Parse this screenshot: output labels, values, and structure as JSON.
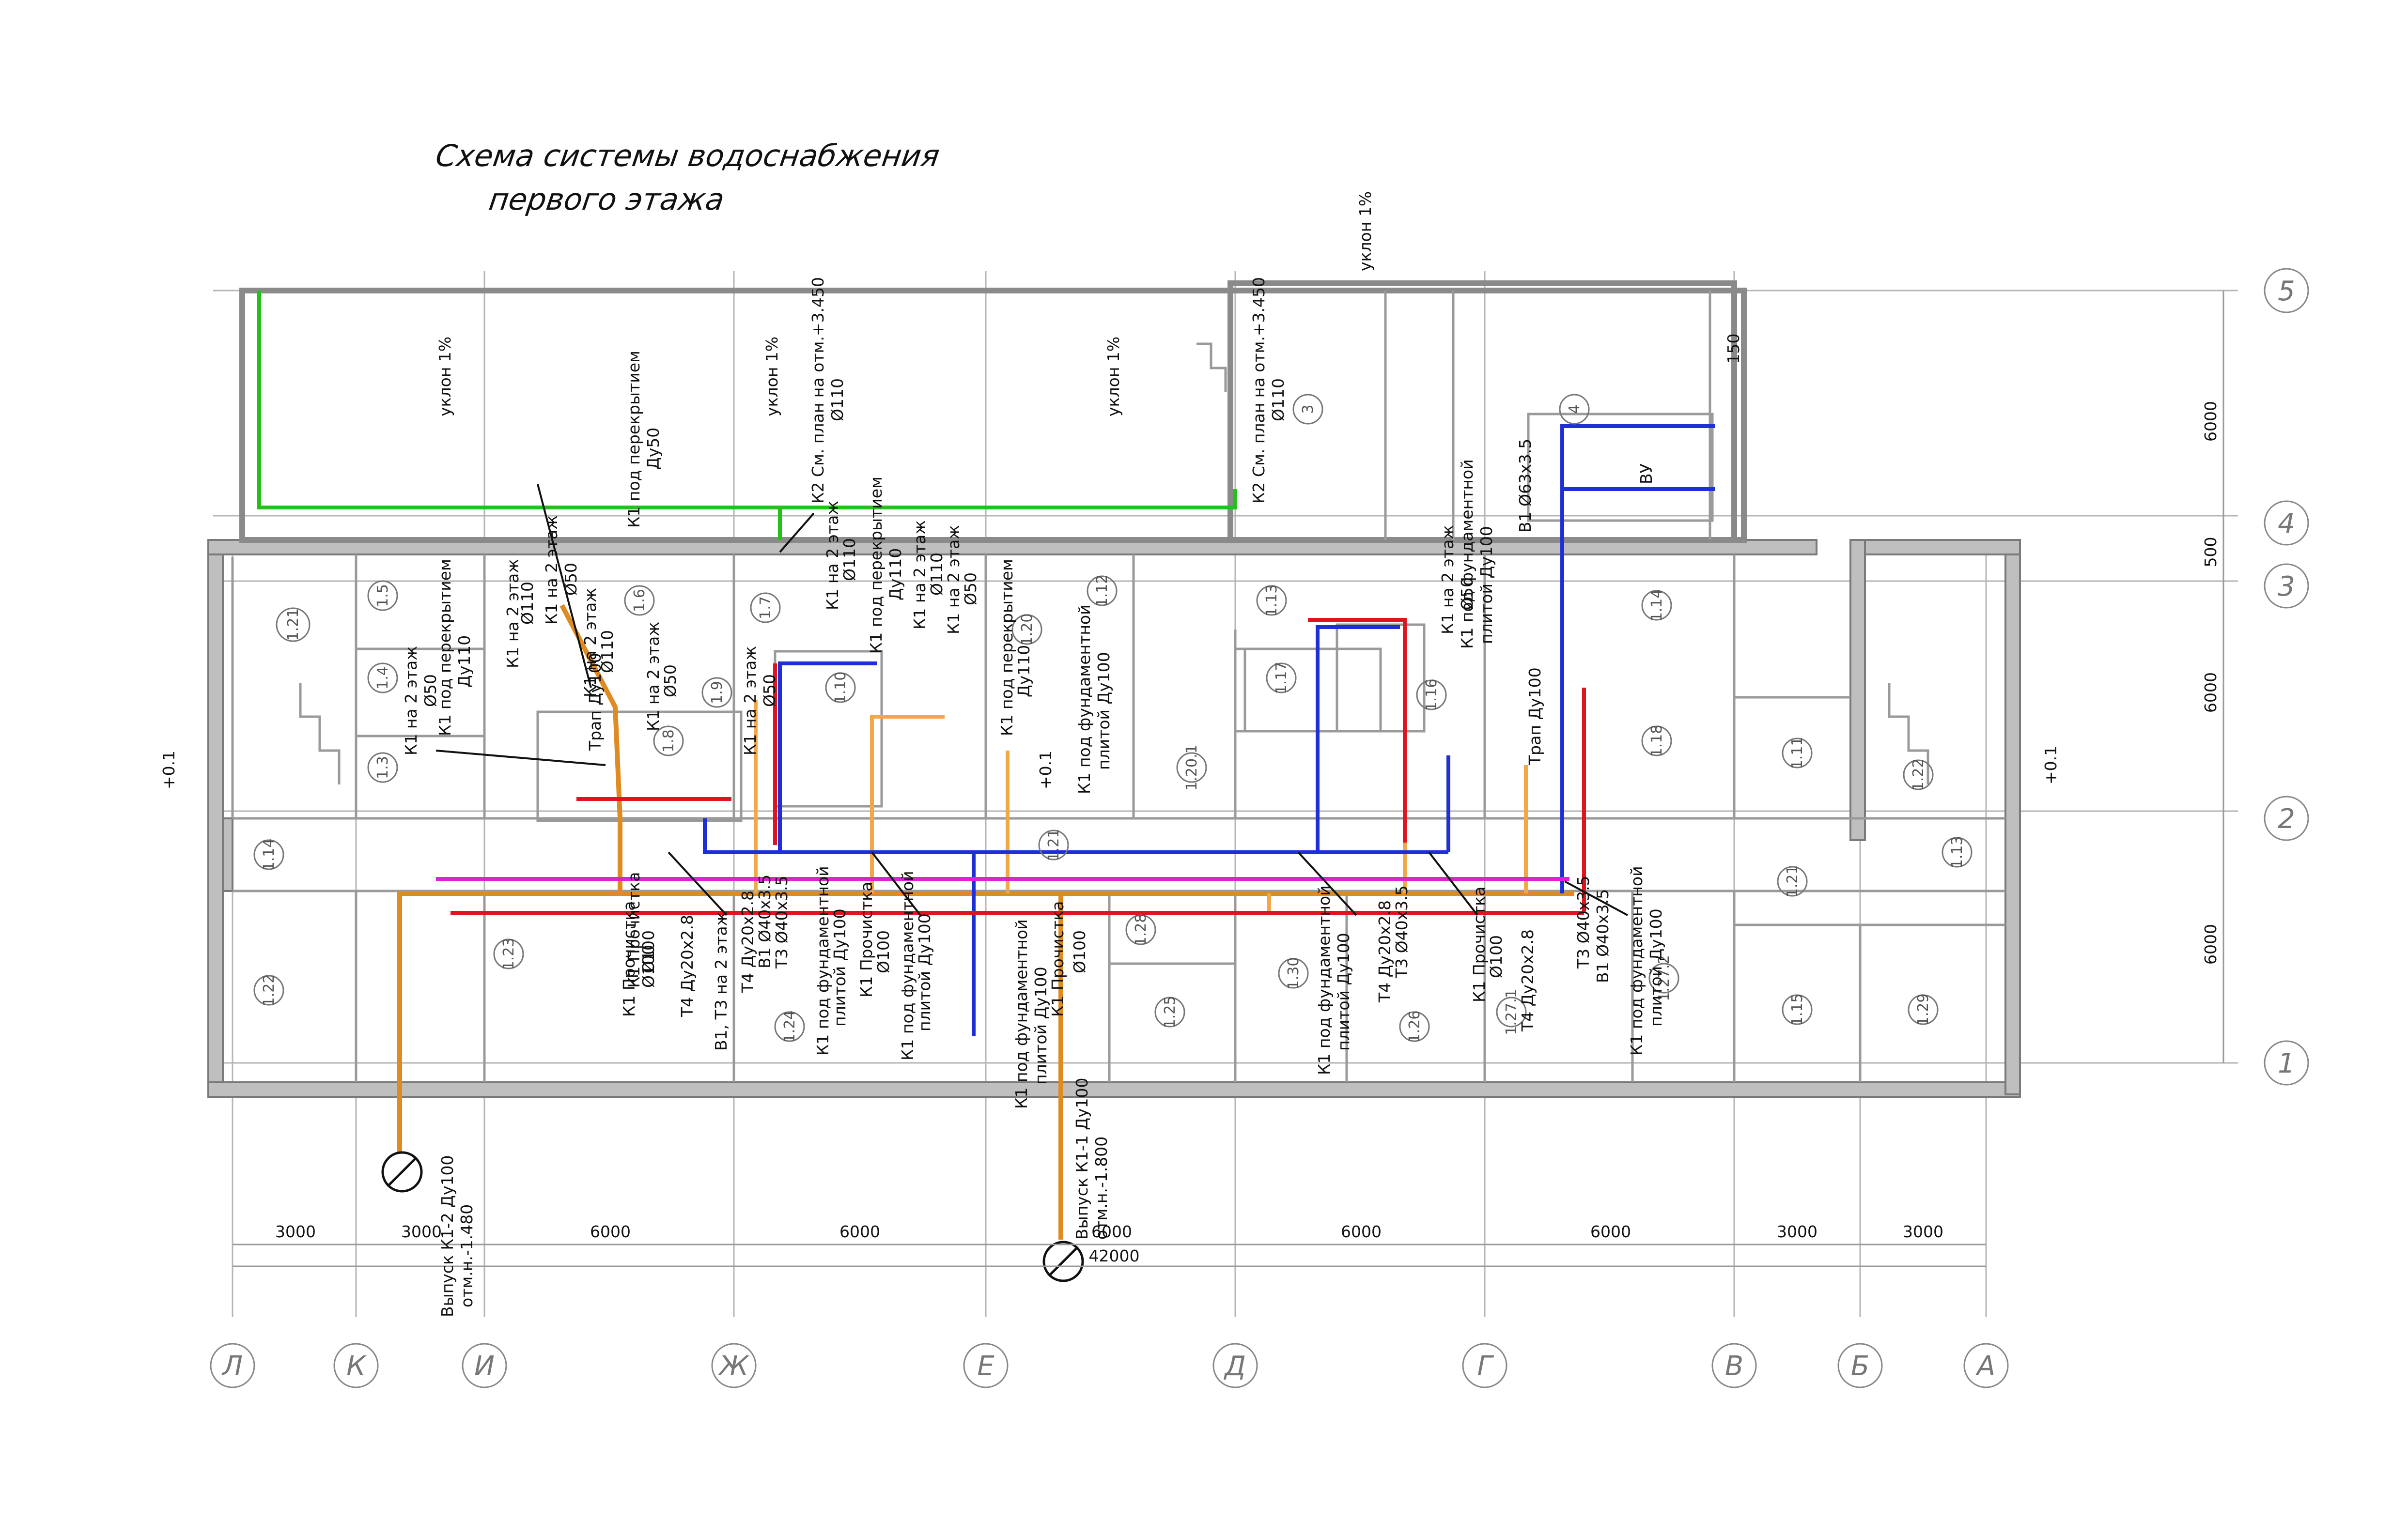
{
  "title": {
    "line1": "Схема системы водоснабжения",
    "line2": "первого этажа"
  },
  "axes": {
    "letters": [
      "Л",
      "К",
      "И",
      "Ж",
      "Е",
      "Д",
      "Г",
      "В",
      "Б",
      "А"
    ],
    "numbers": [
      "5",
      "4",
      "3",
      "2",
      "1"
    ]
  },
  "dimensions": {
    "bottom": [
      "3000",
      "3000",
      "6000",
      "6000",
      "6000",
      "6000",
      "6000",
      "3000",
      "3000"
    ],
    "total": "42000",
    "right": [
      "6000",
      "500",
      "6000",
      "6000"
    ],
    "small": "150"
  },
  "rooms": [
    "1.21",
    "1.5",
    "1.4",
    "1.3",
    "1.6",
    "1.8",
    "1.9",
    "1.10",
    "1.7",
    "1.20",
    "1.12",
    "1.13",
    "1.17",
    "1.16",
    "1.14",
    "1.18",
    "1.11",
    "1.22",
    "1.14",
    "1.22",
    "1.23",
    "1.24",
    "1.21",
    "1.28",
    "1.25",
    "1.30",
    "1.26",
    "1.27.1",
    "1.27.2",
    "1.21",
    "1.15",
    "1.29",
    "1.13",
    "1.20.1",
    "3",
    "4"
  ],
  "slopes": [
    "уклон 1%",
    "уклон 1%",
    "уклон 1%",
    "уклон 1%"
  ],
  "upper_labels": [
    "К1 под перекрытием",
    "Ду50",
    "К2 См. план на отм.+3.450",
    "Ø110",
    "К2 См. план на отм.+3.450",
    "Ø110",
    "В1 Ø63х3.5",
    "ВУ"
  ],
  "riser_labels": [
    "К1 на 2 этаж",
    "Ø50",
    "К1 под перекрытием",
    "Ду110",
    "К1 на 2 этаж",
    "Ø110",
    "К1 на 2 этаж",
    "Ø50",
    "К1 на 2 этаж",
    "Ø110",
    "К1 на 2 этаж",
    "Ø50",
    "Трап Ду100",
    "К1 на 2 этаж",
    "Ø50",
    "К1 на 2 этаж",
    "Ø110",
    "К1 под перекрытием",
    "Ду110",
    "К1 на 2 этаж",
    "Ø110",
    "К1 на 2 этаж",
    "Ø50",
    "К1 под перекрытием",
    "Ду110",
    "К1 под фундаментной",
    "плитой Ду100",
    "К1 на 2 этаж",
    "Ø50",
    "К1 под фундаментной",
    "плитой Ду100",
    "Трап Ду100"
  ],
  "lower_labels": [
    "К1 Прочистка",
    "Ø100",
    "К1 Прочистка",
    "Ø100",
    "Т4 Ду20х2.8",
    "В1, Т3 на 2 этаж",
    "Т4 Ду20х2.8",
    "В1 Ø40х3.5",
    "Т3 Ø40х3.5",
    "К1 под фундаментной",
    "плитой Ду100",
    "К1 Прочистка",
    "Ø100",
    "К1 под фундаментной",
    "плитой Ду100",
    "К1 под фундаментной",
    "плитой Ду100",
    "К1 Прочистка",
    "Ø100",
    "К1 под фундаментной",
    "плитой Ду100",
    "Т4 Ду20х2.8",
    "Т3 Ø40х3.5",
    "К1 Прочистка",
    "Ø100",
    "Т4 Ду20х2.8",
    "Т3 Ø40х3.5",
    "В1 Ø40х3.5",
    "К1 под фундаментной",
    "плитой Ду100"
  ],
  "outlets": [
    {
      "label": "Выпуск К1-2 Ду100",
      "level": "отм.н.-1.480"
    },
    {
      "label": "Выпуск К1-1 Ду100",
      "level": "отм.н.-1.800"
    }
  ],
  "level_marks": [
    "+0.1",
    "+0.1",
    "+0.1"
  ],
  "colors": {
    "sewer": "#e08a22",
    "cold_water": "#1f2fd6",
    "hot_water": "#e0141e",
    "circulation": "#e21fd2",
    "storm": "#23c21a",
    "walls": "#8a8a8a"
  }
}
